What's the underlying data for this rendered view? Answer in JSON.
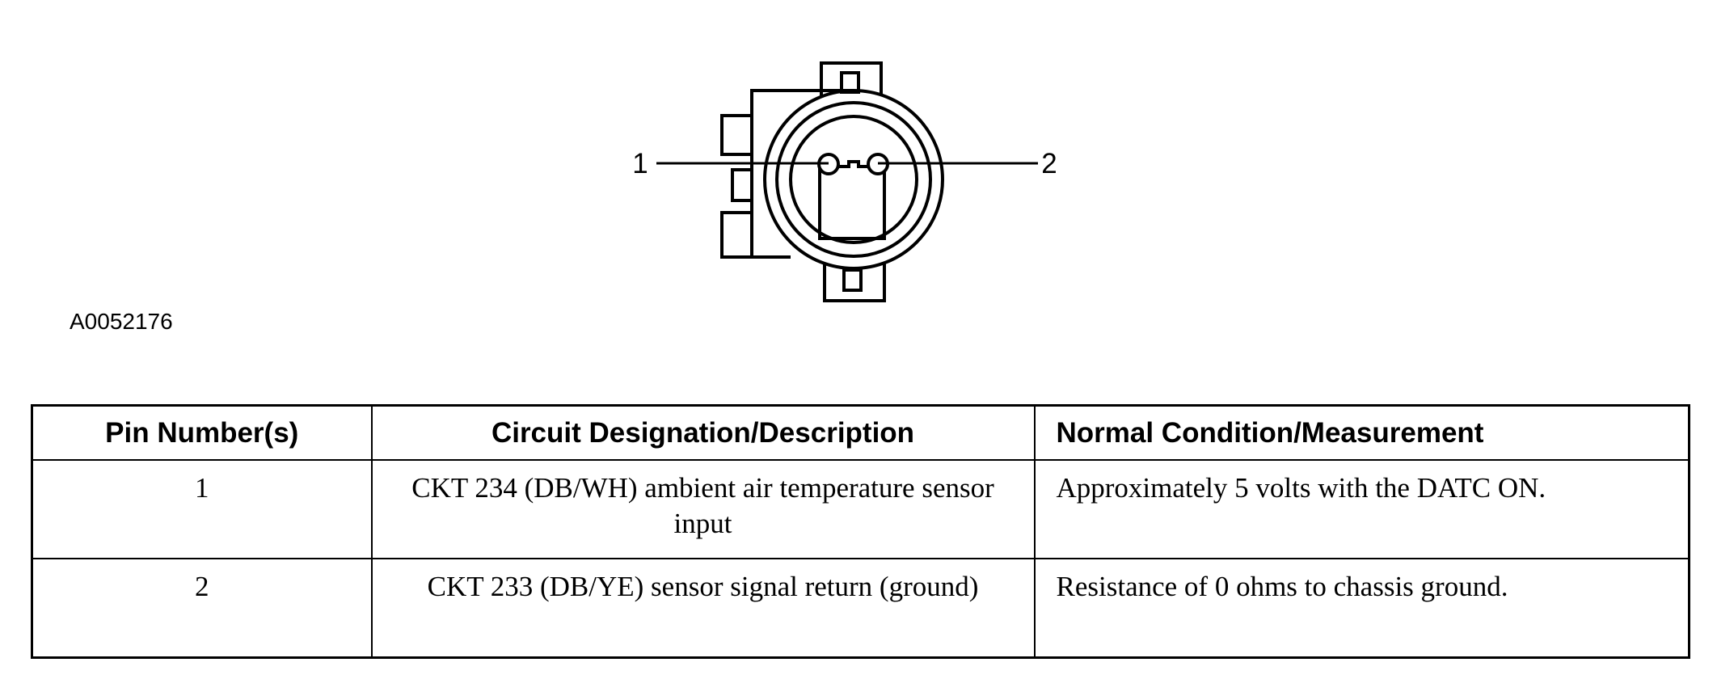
{
  "figure": {
    "pin_labels": [
      "1",
      "2"
    ],
    "figure_id": "A0052176"
  },
  "table": {
    "headers": [
      "Pin Number(s)",
      "Circuit Designation/Description",
      "Normal Condition/Measurement"
    ],
    "rows": [
      {
        "pin": "1",
        "circuit": "CKT 234 (DB/WH) ambient air temperature sensor input",
        "measurement": "Approximately 5 volts with the DATC ON."
      },
      {
        "pin": "2",
        "circuit": "CKT 233 (DB/YE) sensor signal return (ground)",
        "measurement": "Resistance of 0 ohms to chassis ground."
      }
    ]
  }
}
